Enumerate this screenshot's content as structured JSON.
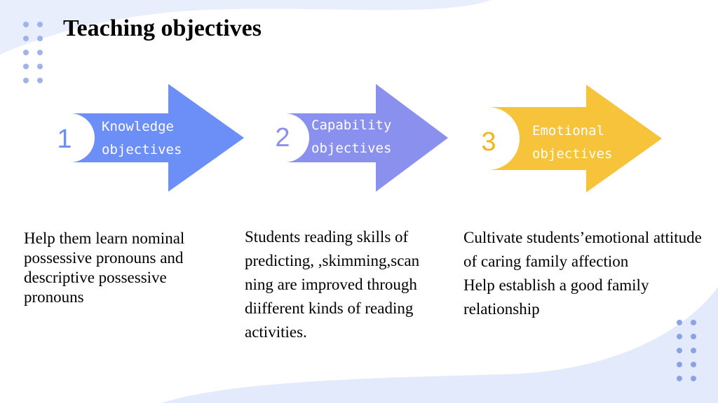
{
  "slide": {
    "title": "Teaching objectives"
  },
  "colors": {
    "arrow_knowledge": "#6b8ef7",
    "arrow_capability": "#8a90ee",
    "arrow_emotional": "#f6c33b",
    "decor_blue": "#dfe7fb",
    "dots": "#9fb3ea"
  },
  "objectives": [
    {
      "number": "1",
      "label_line1": "Knowledge",
      "label_line2": "objectives",
      "description": [
        "Help them learn nominal possessive pronouns and descriptive possessive pronouns"
      ]
    },
    {
      "number": "2",
      "label_line1": "Capability",
      "label_line2": "objectives",
      "description": [
        "Students reading skills of predicting, ,skimming,scan ning are improved through diifferent kinds of reading activities."
      ]
    },
    {
      "number": "3",
      "label_line1": "Emotional",
      "label_line2": "objectives",
      "description": [
        "Cultivate students’emotional attitude of caring family affection",
        "Help establish a good family relationship"
      ]
    }
  ]
}
